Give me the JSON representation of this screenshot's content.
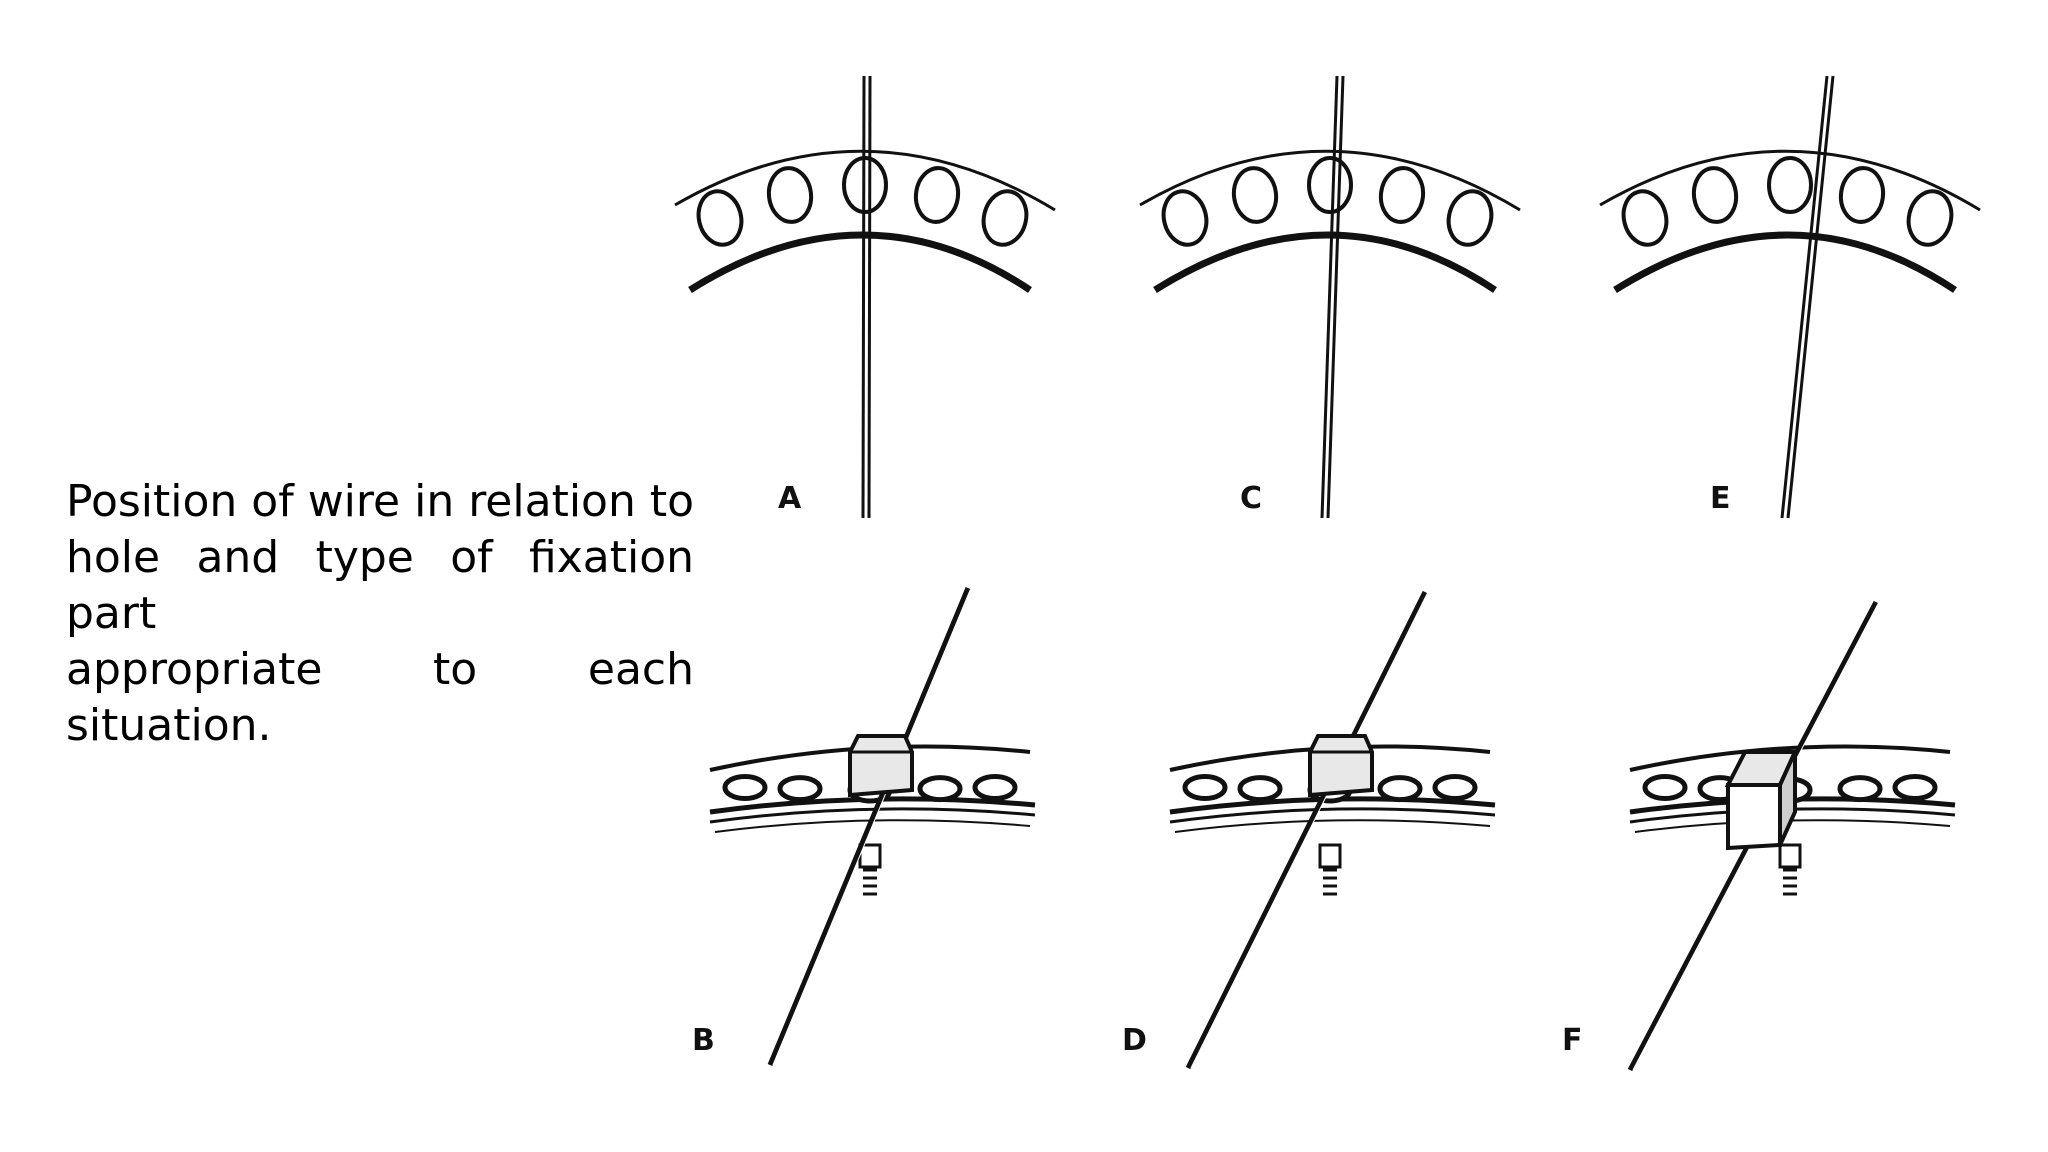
{
  "caption": {
    "lines": [
      "Position of wire in relation to",
      "hole and type of fixation part",
      "appropriate to each situation."
    ]
  },
  "panels": [
    {
      "label": "A",
      "view": "top",
      "wire": "centered through hole"
    },
    {
      "label": "C",
      "view": "top",
      "wire": "passes edge of hole"
    },
    {
      "label": "E",
      "view": "top",
      "wire": "between holes"
    },
    {
      "label": "B",
      "view": "perspective",
      "fixation": "cannulated bolt"
    },
    {
      "label": "D",
      "view": "perspective",
      "fixation": "slotted bolt"
    },
    {
      "label": "F",
      "view": "perspective",
      "fixation": "bolt with post"
    }
  ],
  "colors": {
    "ink": "#111111",
    "background": "#ffffff",
    "block": "#e8e8e8"
  }
}
